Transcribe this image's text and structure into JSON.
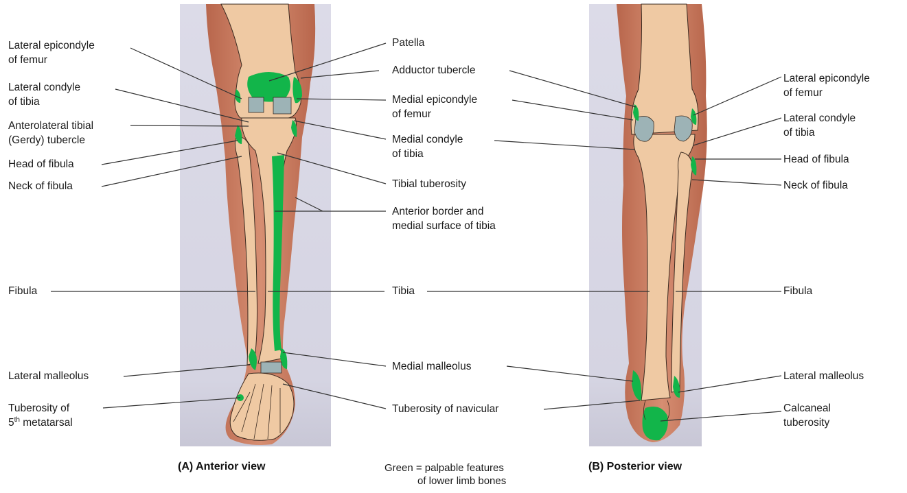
{
  "labels_left": {
    "lateral_epicondyle": [
      "Lateral epicondyle",
      "of femur"
    ],
    "lateral_condyle": [
      "Lateral condyle",
      "of tibia"
    ],
    "anterolateral_tubercle": [
      "Anterolateral tibial",
      "(Gerdy) tubercle"
    ],
    "head_fibula": "Head of fibula",
    "neck_fibula": "Neck of fibula",
    "fibula": "Fibula",
    "lateral_malleolus": "Lateral malleolus",
    "tuberosity_5th_line1": "Tuberosity of",
    "tuberosity_5th_line2_num": "5",
    "tuberosity_5th_line2_sup": "th",
    "tuberosity_5th_line2_rest": " metatarsal"
  },
  "labels_center": {
    "patella": "Patella",
    "adductor_tubercle": "Adductor tubercle",
    "medial_epicondyle": [
      "Medial epicondyle",
      "of femur"
    ],
    "medial_condyle": [
      "Medial condyle",
      "of tibia"
    ],
    "tibial_tuberosity": "Tibial tuberosity",
    "anterior_border": [
      "Anterior border and",
      "medial surface of tibia"
    ],
    "tibia": "Tibia",
    "medial_malleolus": "Medial malleolus",
    "tuberosity_navicular": "Tuberosity of navicular"
  },
  "labels_right": {
    "lateral_epicondyle": [
      "Lateral epicondyle",
      "of femur"
    ],
    "lateral_condyle": [
      "Lateral condyle",
      "of tibia"
    ],
    "head_fibula": "Head of fibula",
    "neck_fibula": "Neck of fibula",
    "fibula": "Fibula",
    "lateral_malleolus": "Lateral malleolus",
    "calcaneal_tuberosity": [
      "Calcaneal",
      "tuberosity"
    ]
  },
  "captions": {
    "anterior": "(A) Anterior view",
    "posterior": "(B) Posterior view"
  },
  "legend": [
    "Green = palpable features",
    "of lower limb bones"
  ],
  "colors": {
    "panel_bg": "#d9d9e6",
    "skin": "#c97c62",
    "bone": "#efc9a3",
    "palpable": "#12b54a",
    "cartilage": "#9db3b6",
    "line": "#333333"
  }
}
